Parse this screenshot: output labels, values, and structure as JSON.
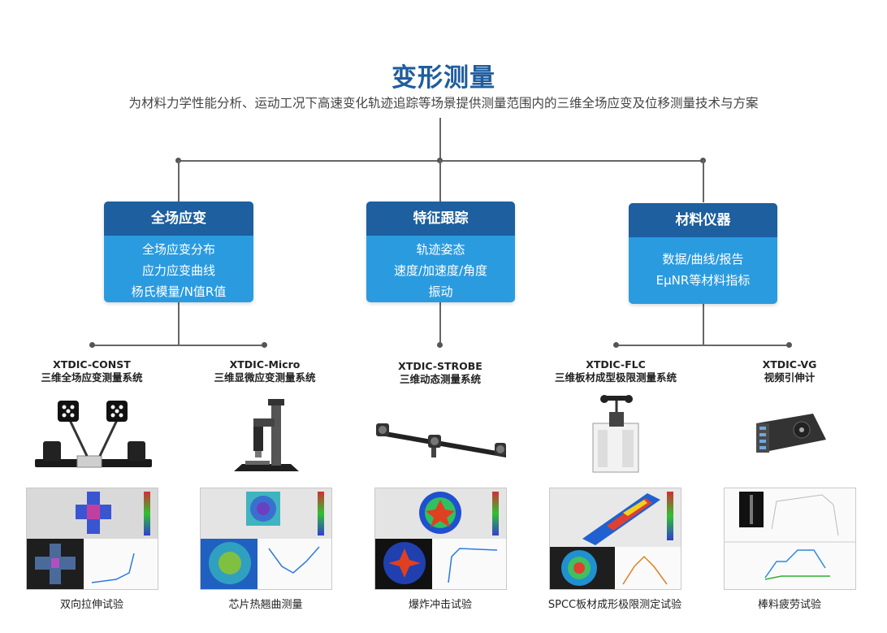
{
  "header": {
    "title": "变形测量",
    "subtitle": "为材料力学性能分析、运动工况下高速变化轨迹追踪等场景提供测量范围内的三维全场应变及位移测量技术与方案"
  },
  "categories": [
    {
      "title": "全场应变",
      "items": [
        "全场应变分布",
        "应力应变曲线",
        "杨氏模量/N值R值"
      ]
    },
    {
      "title": "特征跟踪",
      "items": [
        "轨迹姿态",
        "速度/加速度/角度",
        "振动"
      ]
    },
    {
      "title": "材料仪器",
      "items": [
        "数据/曲线/报告",
        "EμNR等材料指标"
      ]
    }
  ],
  "products": [
    {
      "model": "XTDIC-CONST",
      "name": "三维全场应变测量系统",
      "application": "双向拉伸试验",
      "icon": "stereo-camera-rig-icon"
    },
    {
      "model": "XTDIC-Micro",
      "name": "三维显微应变测量系统",
      "application": "芯片热翘曲测量",
      "icon": "microscope-stand-icon"
    },
    {
      "model": "XTDIC-STROBE",
      "name": "三维动态测量系统",
      "application": "爆炸冲击试验",
      "icon": "camera-beam-icon"
    },
    {
      "model": "XTDIC-FLC",
      "name": "三维板材成型极限测量系统",
      "application": "SPCC板材成形极限测定试验",
      "icon": "forming-machine-icon"
    },
    {
      "model": "XTDIC-VG",
      "name": "视频引伸计",
      "application": "棒料疲劳试验",
      "icon": "video-extensometer-icon"
    }
  ],
  "colors": {
    "title": "#1f5d9e",
    "card_head": "#1d5f9f",
    "card_body": "#2b9be0",
    "connector": "#666666"
  }
}
